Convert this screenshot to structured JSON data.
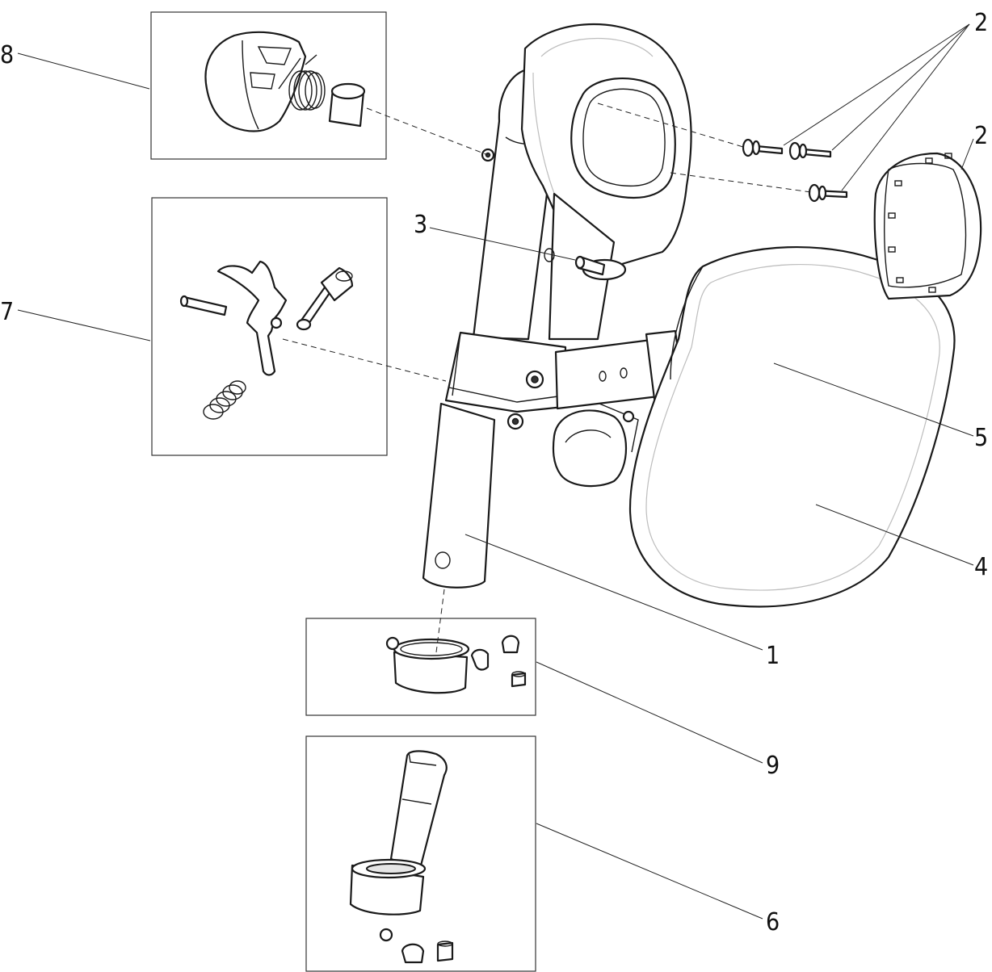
{
  "callouts": [
    {
      "id": "c1",
      "text": "1"
    },
    {
      "id": "c2a",
      "text": "2"
    },
    {
      "id": "c2b",
      "text": "2"
    },
    {
      "id": "c3",
      "text": "3"
    },
    {
      "id": "c4",
      "text": "4"
    },
    {
      "id": "c5",
      "text": "5"
    },
    {
      "id": "c6",
      "text": "6"
    },
    {
      "id": "c7",
      "text": "7"
    },
    {
      "id": "c8",
      "text": "8"
    },
    {
      "id": "c9",
      "text": "9"
    }
  ]
}
